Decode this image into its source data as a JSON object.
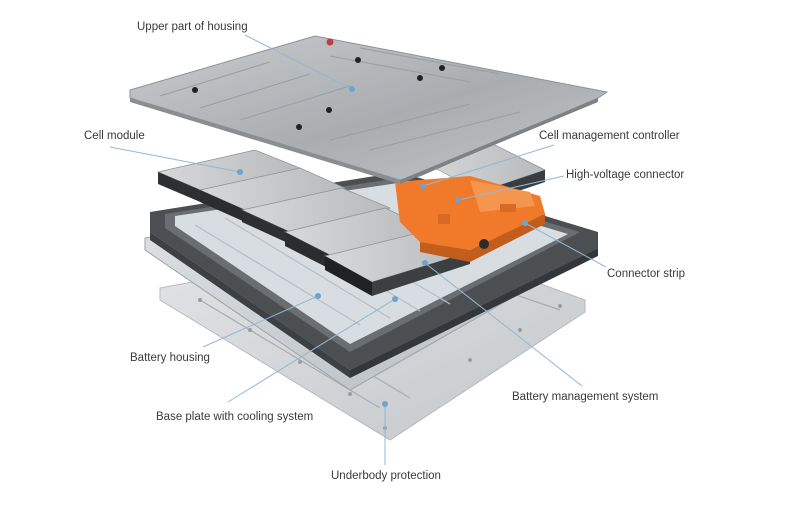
{
  "diagram": {
    "labels": {
      "upper_housing": "Upper part of housing",
      "cell_module": "Cell module",
      "cell_controller": "Cell management controller",
      "hv_connector": "High-voltage connector",
      "connector_strip": "Connector strip",
      "battery_housing": "Battery housing",
      "base_plate": "Base plate with cooling system",
      "bms": "Battery management system",
      "underbody": "Underbody protection"
    },
    "colors": {
      "leader_line": "#8fb8d8",
      "leader_dot": "#6fa3cc",
      "label_text": "#3a3a3a",
      "lid": "#b9bdc0",
      "module": "#c9cbcc",
      "frame": "#4c4f52",
      "electronics": "#f07a2a",
      "underbody": "#d3d6d9"
    }
  }
}
